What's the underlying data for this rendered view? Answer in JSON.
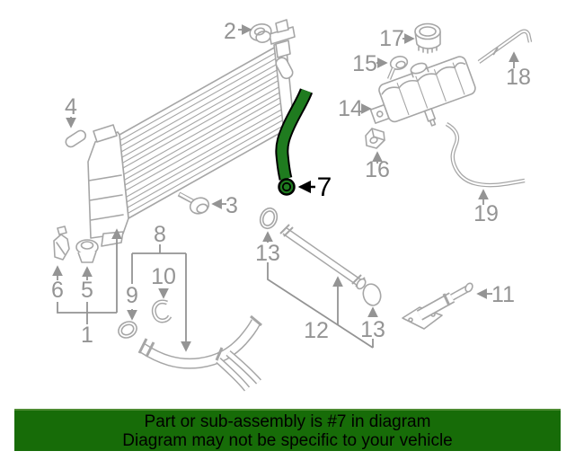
{
  "diagram": {
    "background": "#ffffff",
    "artwork_color": "#a6a6a6",
    "label_color": "#949494",
    "highlight_color": "#1f7b1f",
    "highlight_outline": "#000000",
    "highlighted_part": "7",
    "labels": {
      "p1": "1",
      "p2": "2",
      "p3": "3",
      "p4": "4",
      "p5": "5",
      "p6": "6",
      "p7": "7",
      "p8": "8",
      "p9": "9",
      "p10": "10",
      "p11": "11",
      "p12": "12",
      "p13a": "13",
      "p13b": "13",
      "p14": "14",
      "p15": "15",
      "p16": "16",
      "p17": "17",
      "p18": "18",
      "p19": "19"
    }
  },
  "banner": {
    "background": "#176c08",
    "text_color": "#000000",
    "line1": "Part or sub-assembly is #7 in diagram",
    "line2": "Diagram may not be specific to your vehicle"
  }
}
